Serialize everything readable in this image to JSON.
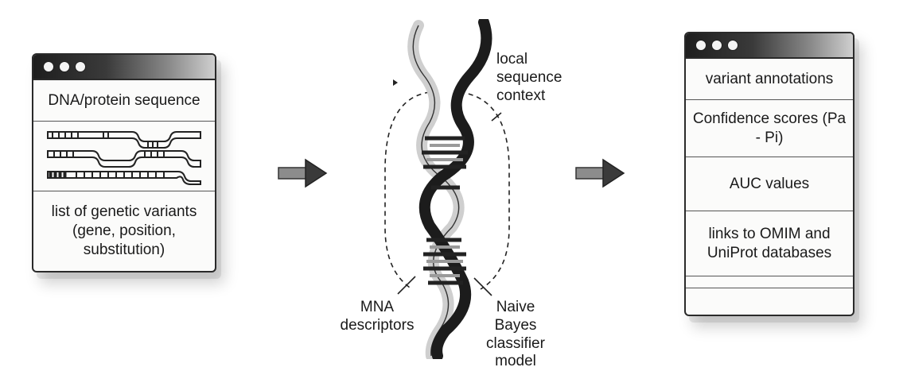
{
  "input_panel": {
    "sequence_title": "DNA/protein sequence",
    "variants_label": "list of genetic variants (gene, position, substitution)"
  },
  "model": {
    "context_label": "local sequence context",
    "descriptors_label": "MNA descriptors",
    "classifier_label": "Naive Bayes classifier model"
  },
  "output_panel": {
    "items": [
      "variant annotations",
      "Confidence scores (Pa - Pi)",
      "AUC values",
      "links to OMIM and UniProt databases"
    ]
  },
  "colors": {
    "ink": "#1a1a1a",
    "helix_dark": "#1c1c1c",
    "helix_light": "#e9e9e9"
  },
  "icons": [
    "window-dots-icon",
    "sequence-track-icon",
    "dna-helix-icon",
    "right-arrow-icon"
  ]
}
